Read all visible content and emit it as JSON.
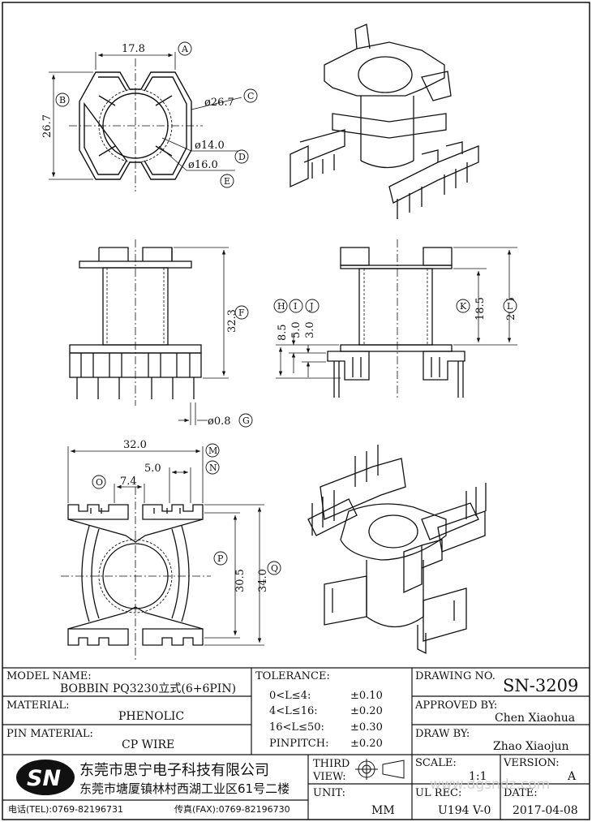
{
  "drawing_labels": {
    "dim_17_8": "17.8",
    "dim_26_7_v": "26.7",
    "dim_dia_26_7": "ø26.7",
    "dim_dia_14_0": "ø14.0",
    "dim_dia_16_0": "ø16.0",
    "dim_32_3": "32.3",
    "dim_dia_0_8": "ø0.8",
    "dim_8_5": "8.5",
    "dim_5_0_v": "5.0",
    "dim_3_0": "3.0",
    "dim_18_5": "18.5",
    "dim_20_5": "20.5",
    "dim_32_0": "32.0",
    "dim_5_0_h": "5.0",
    "dim_7_4": "7.4",
    "dim_30_5": "30.5",
    "dim_34_0": "34.0",
    "callouts": [
      "A",
      "B",
      "C",
      "D",
      "E",
      "F",
      "G",
      "H",
      "I",
      "J",
      "K",
      "L",
      "M",
      "N",
      "O",
      "P",
      "Q"
    ]
  },
  "title_block": {
    "model_name_label": "MODEL NAME:",
    "model_name": "BOBBIN PQ3230立式(6+6PIN)",
    "material_label": "MATERIAL:",
    "material": "PHENOLIC",
    "pin_material_label": "PIN MATERIAL:",
    "pin_material": "CP WIRE",
    "tolerance_label": "TOLERANCE:",
    "tolerances": [
      {
        "range": "0<L≤4:",
        "value": "±0.10"
      },
      {
        "range": "4<L≤16:",
        "value": "±0.20"
      },
      {
        "range": "16<L≤50:",
        "value": "±0.30"
      },
      {
        "range": "PINPITCH:",
        "value": "±0.20"
      }
    ],
    "drawing_no_label": "DRAWING NO.",
    "drawing_no": "SN-3209",
    "approved_by_label": "APPROVED BY:",
    "approved_by": "Chen  Xiaohua",
    "draw_by_label": "DRAW BY:",
    "draw_by": "Zhao  Xiaojun",
    "third_view_label_1": "THIRD",
    "third_view_label_2": "VIEW:",
    "unit_label": "UNIT:",
    "unit": "MM",
    "scale_label": "SCALE:",
    "scale": "1:1",
    "version_label": "VERSION:",
    "version": "A",
    "ul_rec_label": "UL REC:",
    "ul_rec": "U194 V-0",
    "date_label": "DATE:",
    "date": "2017-04-08",
    "logo_text": "SN",
    "company_name": "东莞市思宁电子科技有限公司",
    "company_address": "东莞市塘厦镇林村西湖工业区61号二楼",
    "tel": "电话(TEL):0769-82196731",
    "fax": "传真(FAX):0769-82196730",
    "watermark": "www.dgsndz.com"
  }
}
